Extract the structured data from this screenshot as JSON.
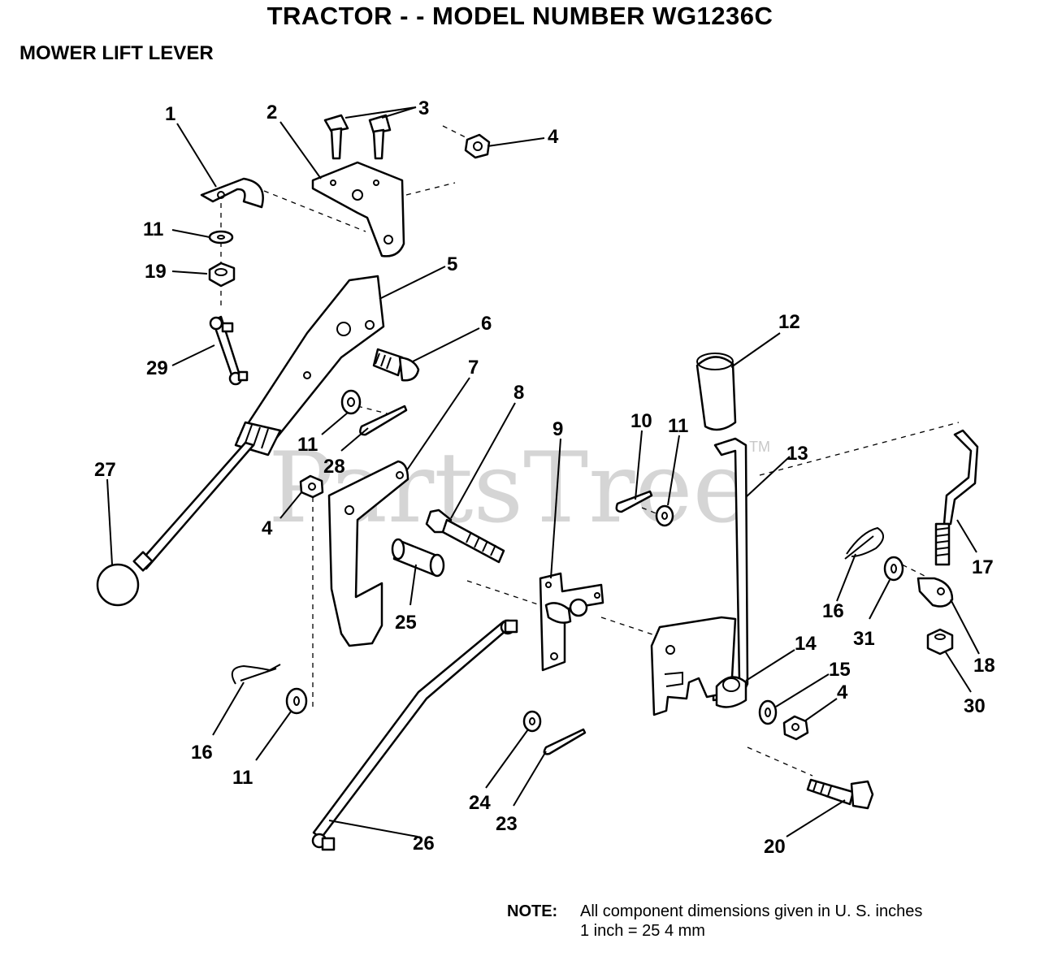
{
  "header": {
    "title": "TRACTOR - - MODEL NUMBER WG1236C",
    "subtitle": "MOWER LIFT LEVER"
  },
  "watermark": {
    "text": "PartsTree",
    "trademark": "TM"
  },
  "callouts": [
    {
      "id": "c1",
      "label": "1"
    },
    {
      "id": "c2",
      "label": "2"
    },
    {
      "id": "c3",
      "label": "3"
    },
    {
      "id": "c4a",
      "label": "4"
    },
    {
      "id": "c5",
      "label": "5"
    },
    {
      "id": "c6",
      "label": "6"
    },
    {
      "id": "c7",
      "label": "7"
    },
    {
      "id": "c8",
      "label": "8"
    },
    {
      "id": "c9",
      "label": "9"
    },
    {
      "id": "c10",
      "label": "10"
    },
    {
      "id": "c11a",
      "label": "11"
    },
    {
      "id": "c11b",
      "label": "11"
    },
    {
      "id": "c11c",
      "label": "11"
    },
    {
      "id": "c11d",
      "label": "11"
    },
    {
      "id": "c12",
      "label": "12"
    },
    {
      "id": "c13",
      "label": "13"
    },
    {
      "id": "c14",
      "label": "14"
    },
    {
      "id": "c15",
      "label": "15"
    },
    {
      "id": "c4b",
      "label": "4"
    },
    {
      "id": "c4c",
      "label": "4"
    },
    {
      "id": "c16a",
      "label": "16"
    },
    {
      "id": "c16b",
      "label": "16"
    },
    {
      "id": "c17",
      "label": "17"
    },
    {
      "id": "c18",
      "label": "18"
    },
    {
      "id": "c19",
      "label": "19"
    },
    {
      "id": "c20",
      "label": "20"
    },
    {
      "id": "c23",
      "label": "23"
    },
    {
      "id": "c24",
      "label": "24"
    },
    {
      "id": "c25",
      "label": "25"
    },
    {
      "id": "c26",
      "label": "26"
    },
    {
      "id": "c27",
      "label": "27"
    },
    {
      "id": "c28",
      "label": "28"
    },
    {
      "id": "c29",
      "label": "29"
    },
    {
      "id": "c30",
      "label": "30"
    },
    {
      "id": "c31",
      "label": "31"
    }
  ],
  "note": {
    "label": "NOTE:",
    "line1": "All component dimensions given in U. S. inches",
    "line2": "1 inch = 25 4 mm"
  }
}
